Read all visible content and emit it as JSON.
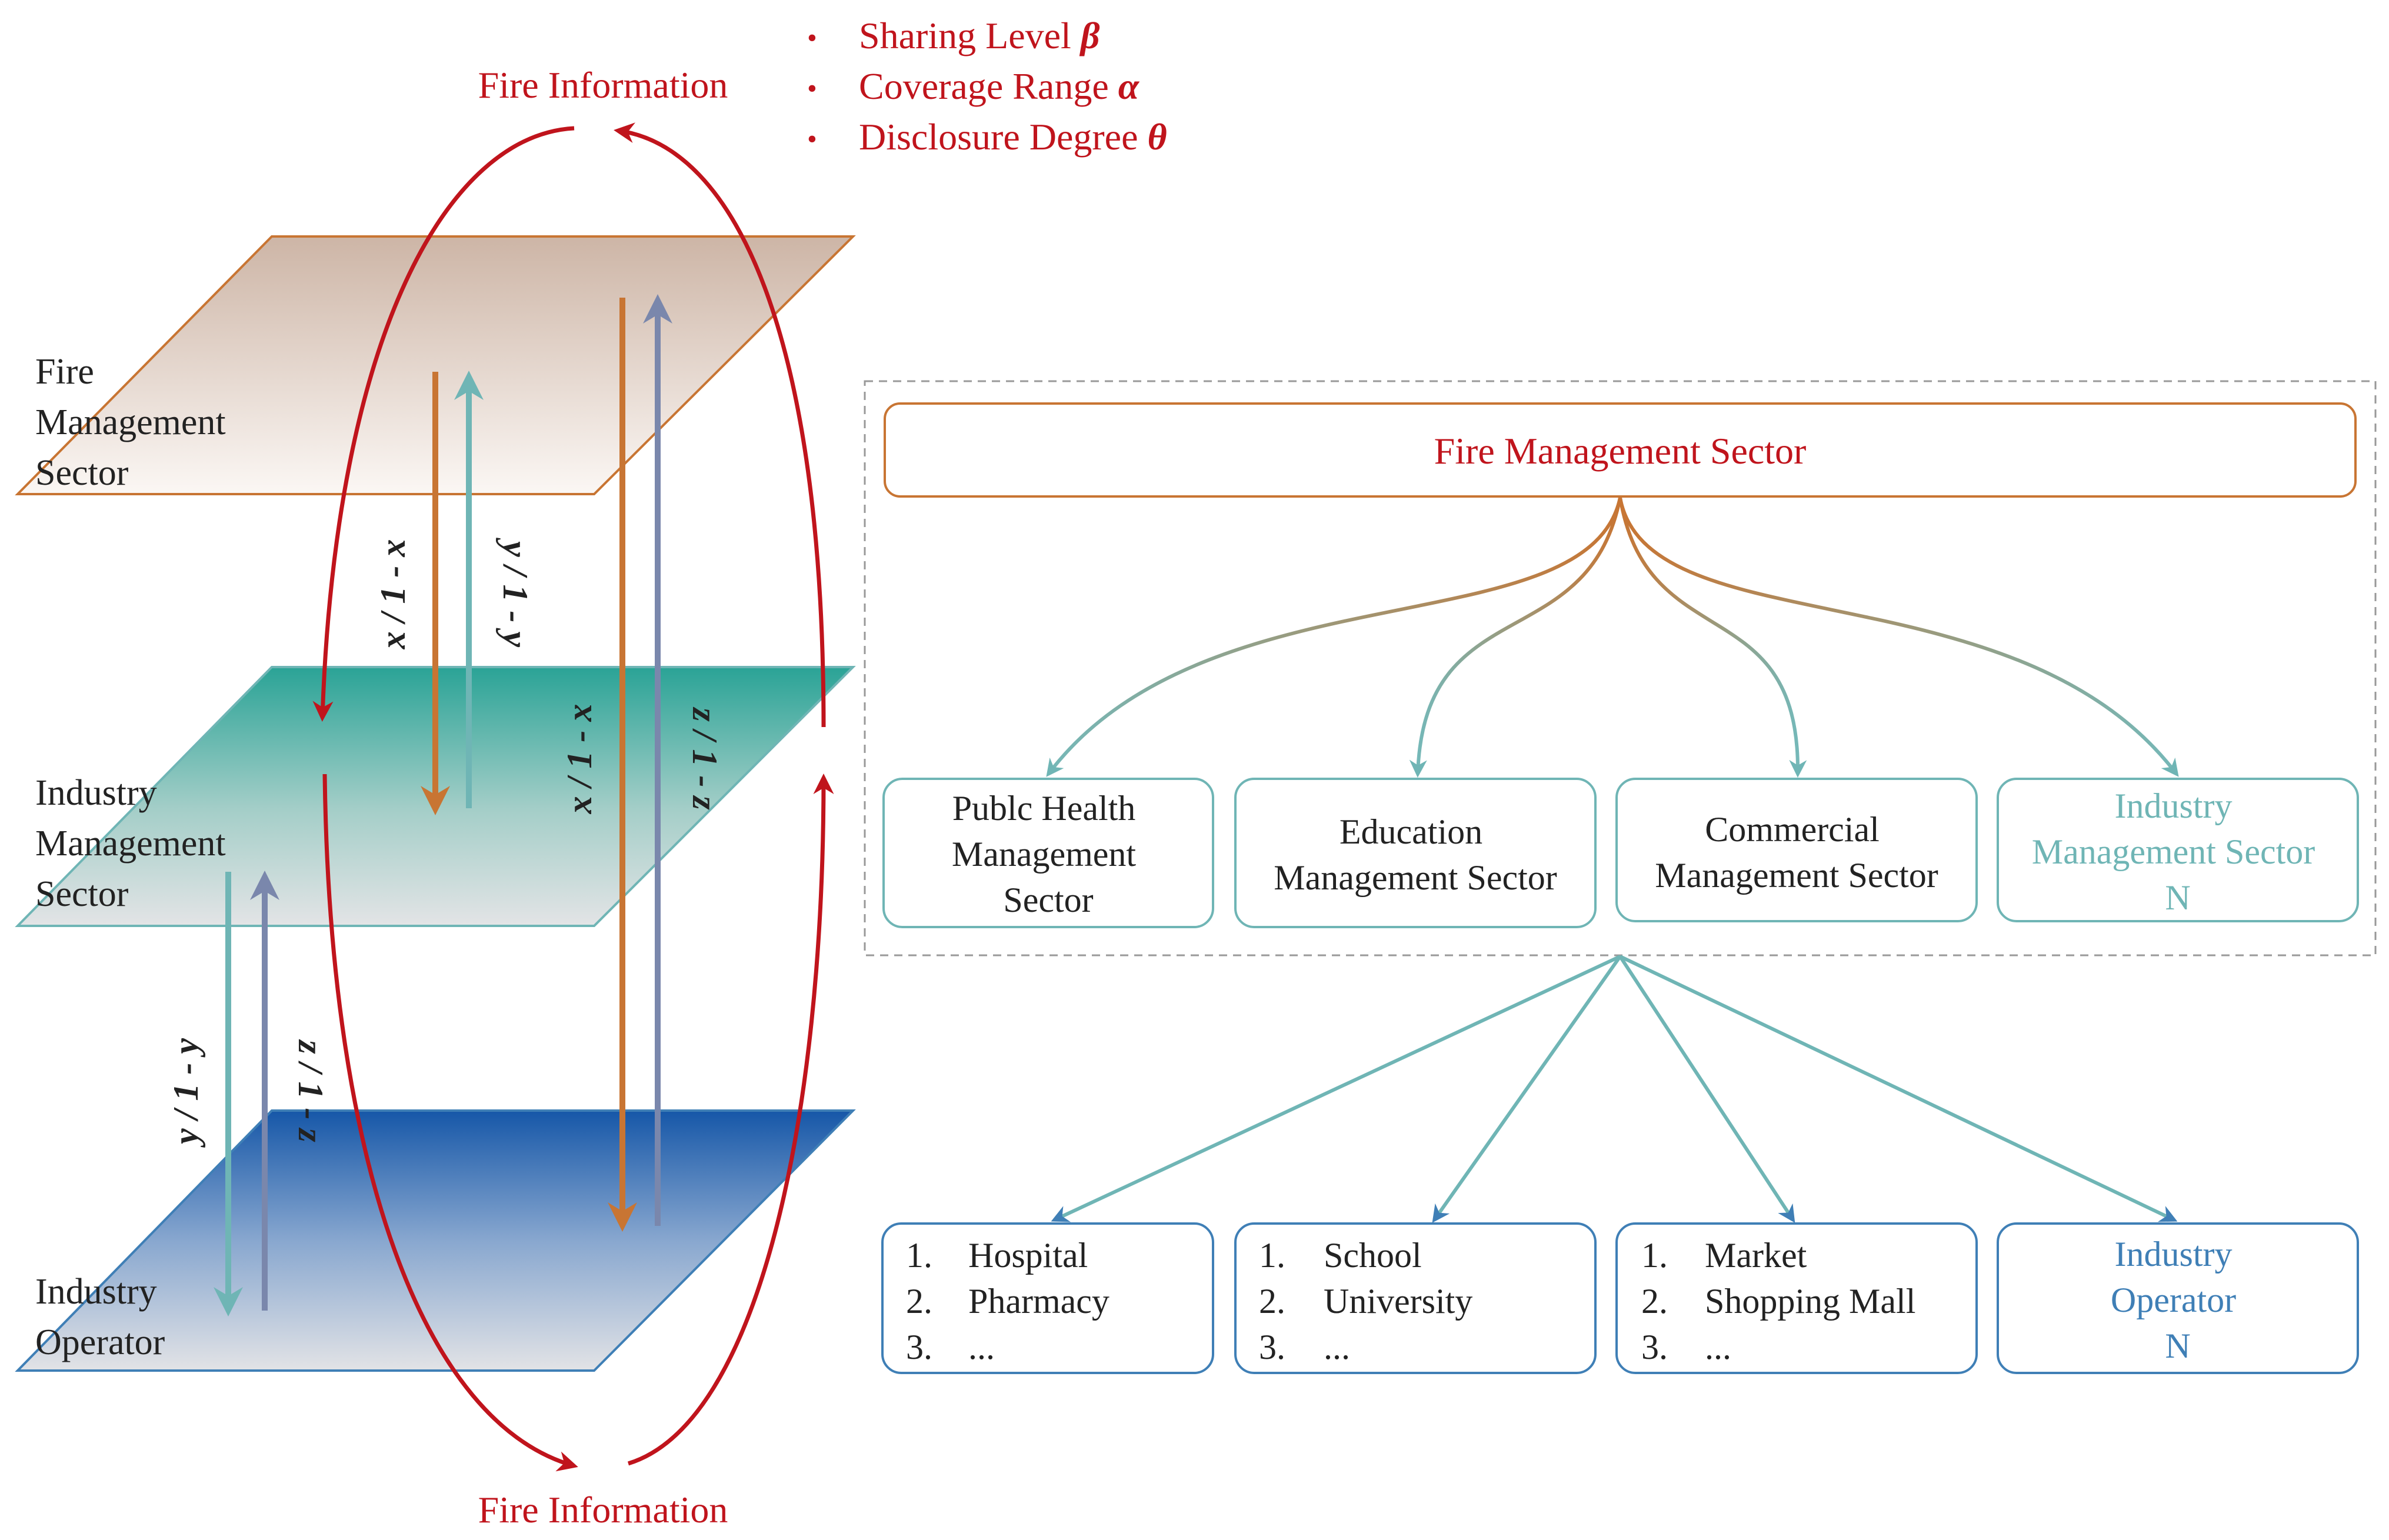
{
  "top_label": "Fire Information",
  "bottom_label": "Fire Information",
  "parameters": [
    {
      "text": "Sharing Level ",
      "symbol": "β"
    },
    {
      "text": "Coverage Range ",
      "symbol": "α"
    },
    {
      "text": "Disclosure Degree ",
      "symbol": "θ"
    }
  ],
  "bullet": "•",
  "layers": {
    "fire": [
      "Fire",
      "Management",
      "Sector"
    ],
    "industry": [
      "Industry",
      "Management",
      "Sector"
    ],
    "operator": [
      "Industry",
      "Operator"
    ]
  },
  "arrow_labels": {
    "fms_to_ims_x": "x / 1 - x",
    "ims_to_fms_y": "y / 1 - y",
    "fms_to_op_x": "x / 1 - x",
    "op_to_fms_z": "z / 1 - z",
    "ims_to_op_y": "y / 1 - y",
    "op_to_ims_z": "z / 1 - z"
  },
  "hierarchy": {
    "root": "Fire Management Sector",
    "sectors": [
      {
        "lines": [
          "Publc Health",
          "Management",
          "Sector"
        ]
      },
      {
        "lines": [
          "Education",
          "Management Sector"
        ]
      },
      {
        "lines": [
          "Commercial",
          "Management Sector"
        ]
      },
      {
        "lines": [
          "Industry",
          "Management Sector",
          "N"
        ]
      }
    ],
    "operators": [
      {
        "items": [
          [
            "1.",
            "Hospital"
          ],
          [
            "2.",
            "Pharmacy"
          ],
          [
            "3.",
            "..."
          ]
        ]
      },
      {
        "items": [
          [
            "1.",
            "School"
          ],
          [
            "2.",
            "University"
          ],
          [
            "3.",
            "..."
          ]
        ]
      },
      {
        "items": [
          [
            "1.",
            "Market"
          ],
          [
            "2.",
            "Shopping Mall"
          ],
          [
            "3.",
            "..."
          ]
        ]
      },
      {
        "lines": [
          "Industry",
          "Operator",
          "N"
        ]
      }
    ]
  },
  "colors": {
    "red": "#c0141c",
    "orange": "#c87533",
    "teal": "#6fb5b5",
    "blue": "#3f7fb6",
    "slate": "#7a87ac",
    "text": "#222222",
    "dash": "#999999"
  }
}
